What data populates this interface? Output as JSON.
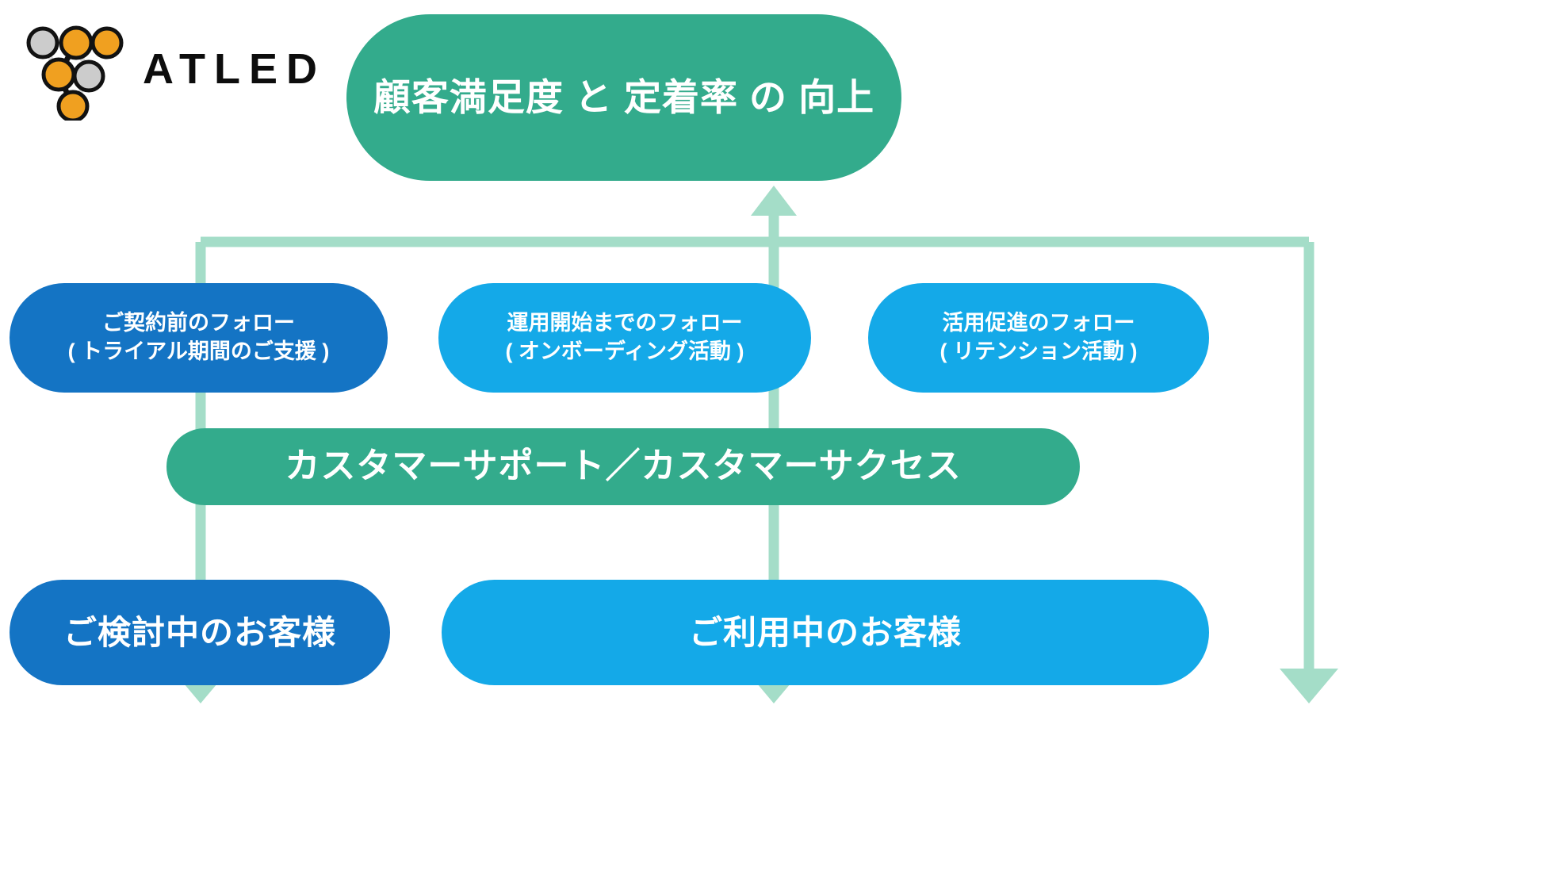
{
  "brand": {
    "name": "ATLED",
    "logo_icon": "atled-network-logo",
    "node_colors": [
      "#cccccc",
      "#f0a020",
      "#f0a020",
      "#f0a020",
      "#cccccc",
      "#f0a020"
    ]
  },
  "colors": {
    "green": "#33ab8c",
    "green_light": "#a4ddc8",
    "blue_dark": "#1474c4",
    "blue_light": "#14a9e8",
    "text_on_fill": "#ffffff",
    "logo_text": "#0d0d0d"
  },
  "goal": {
    "label": "顧客満足度 と 定着率 の 向上"
  },
  "follow_steps": [
    {
      "title": "ご契約前のフォロー",
      "subtitle": "( トライアル期間のご支援 )",
      "color": "#1474c4"
    },
    {
      "title": "運用開始までのフォロー",
      "subtitle": "( オンボーディング活動 )",
      "color": "#14a9e8"
    },
    {
      "title": "活用促進のフォロー",
      "subtitle": "( リテンション活動 )",
      "color": "#14a9e8"
    }
  ],
  "team_bar": {
    "label": "カスタマーサポート／カスタマーサクセス"
  },
  "customers": [
    {
      "label": "ご検討中のお客様",
      "color": "#1474c4"
    },
    {
      "label": "ご利用中のお客様",
      "color": "#14a9e8"
    }
  ],
  "connectors": {
    "up_arrow_to_goal": "顧客満足度 と 定着率 の 向上",
    "down_arrow_count": 3,
    "arrow_color": "#a4ddc8"
  }
}
